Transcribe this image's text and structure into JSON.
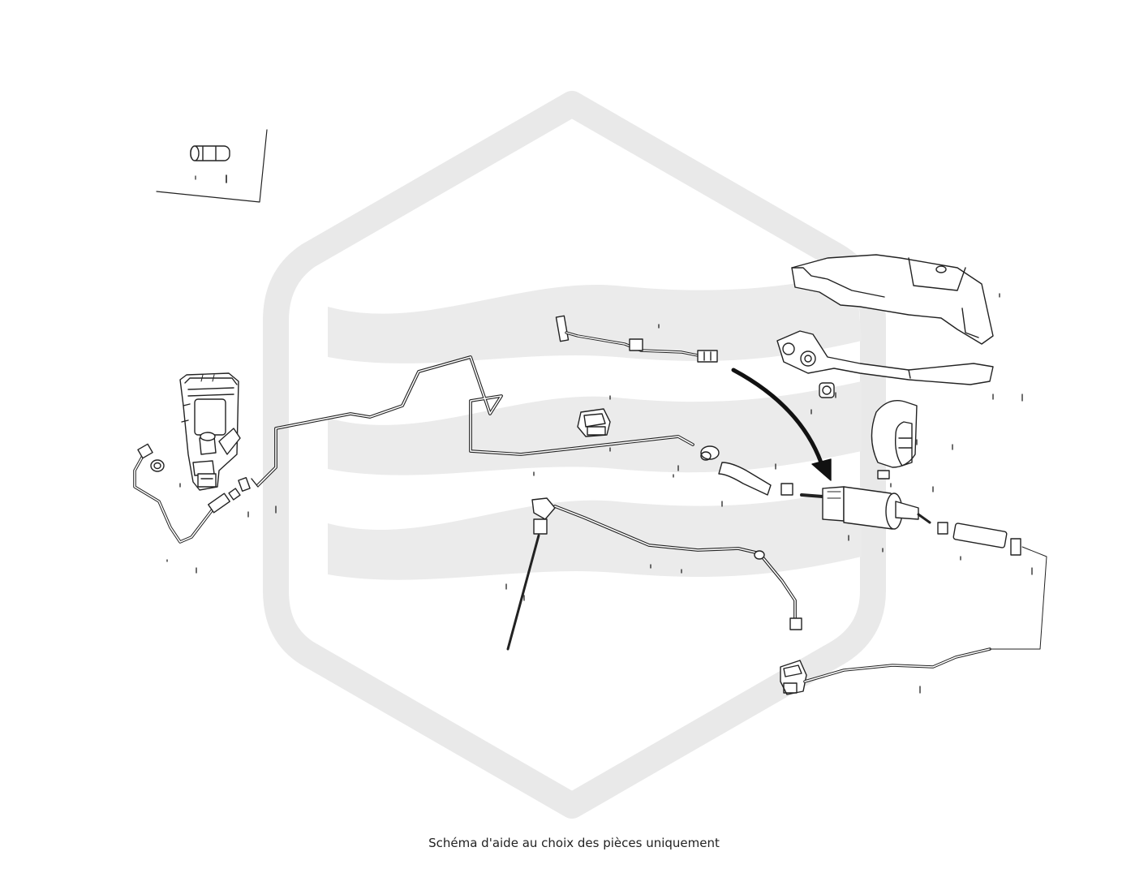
{
  "diagram": {
    "caption": "Schéma d'aide au choix des pièces uniquement",
    "watermark": {
      "icon": "hexagon-waves-logo-icon",
      "color": "#e8e8e8"
    },
    "line_color": "#222222",
    "parts": [
      "pipe-connector-inset",
      "fuel-heater-unit",
      "heater-outlet-pipe",
      "long-fuel-line",
      "wiring-harness",
      "small-connector",
      "hose-clamp",
      "rubber-hose",
      "fuel-pump",
      "pump-heat-shield",
      "pump-mounting-bracket",
      "rubber-grommet",
      "pump-clamp-sleeve",
      "fuel-pickup-line",
      "fuel-tank-connector",
      "tank-hose"
    ]
  }
}
